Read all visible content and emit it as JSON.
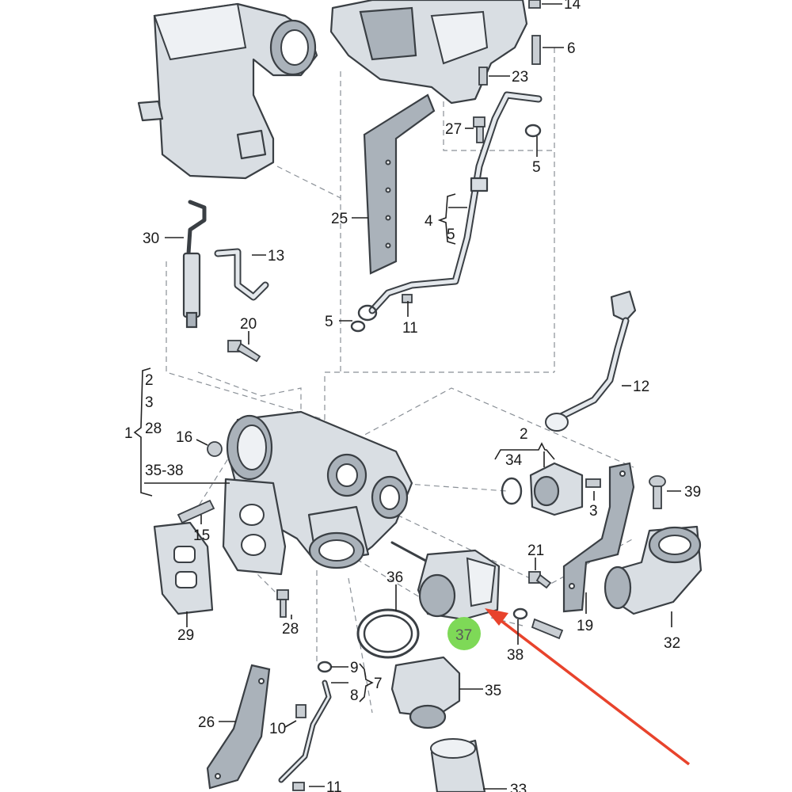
{
  "highlight": {
    "color": "#7ed957",
    "part": "37"
  },
  "arrow": {
    "color": "#e8432c"
  },
  "labels": {
    "l14": "14",
    "l6": "6",
    "l23": "23",
    "l27": "27",
    "l5a": "5",
    "l25": "25",
    "l4": "4",
    "l5b": "5",
    "l30": "30",
    "l13": "13",
    "l5c": "5",
    "l11a": "11",
    "l20": "20",
    "l12": "12",
    "l1": "1",
    "l2a": "2",
    "l3a": "3",
    "l28a": "28",
    "l3538": "35-38",
    "l16": "16",
    "l2b": "2",
    "l34": "34",
    "l3b": "3",
    "l39": "39",
    "l15": "15",
    "l21": "21",
    "l36": "36",
    "l37": "37",
    "l38": "38",
    "l19": "19",
    "l32": "32",
    "l29": "29",
    "l28b": "28",
    "l9": "9",
    "l7": "7",
    "l8": "8",
    "l35": "35",
    "l26": "26",
    "l10": "10",
    "l11b": "11",
    "l33": "33"
  }
}
